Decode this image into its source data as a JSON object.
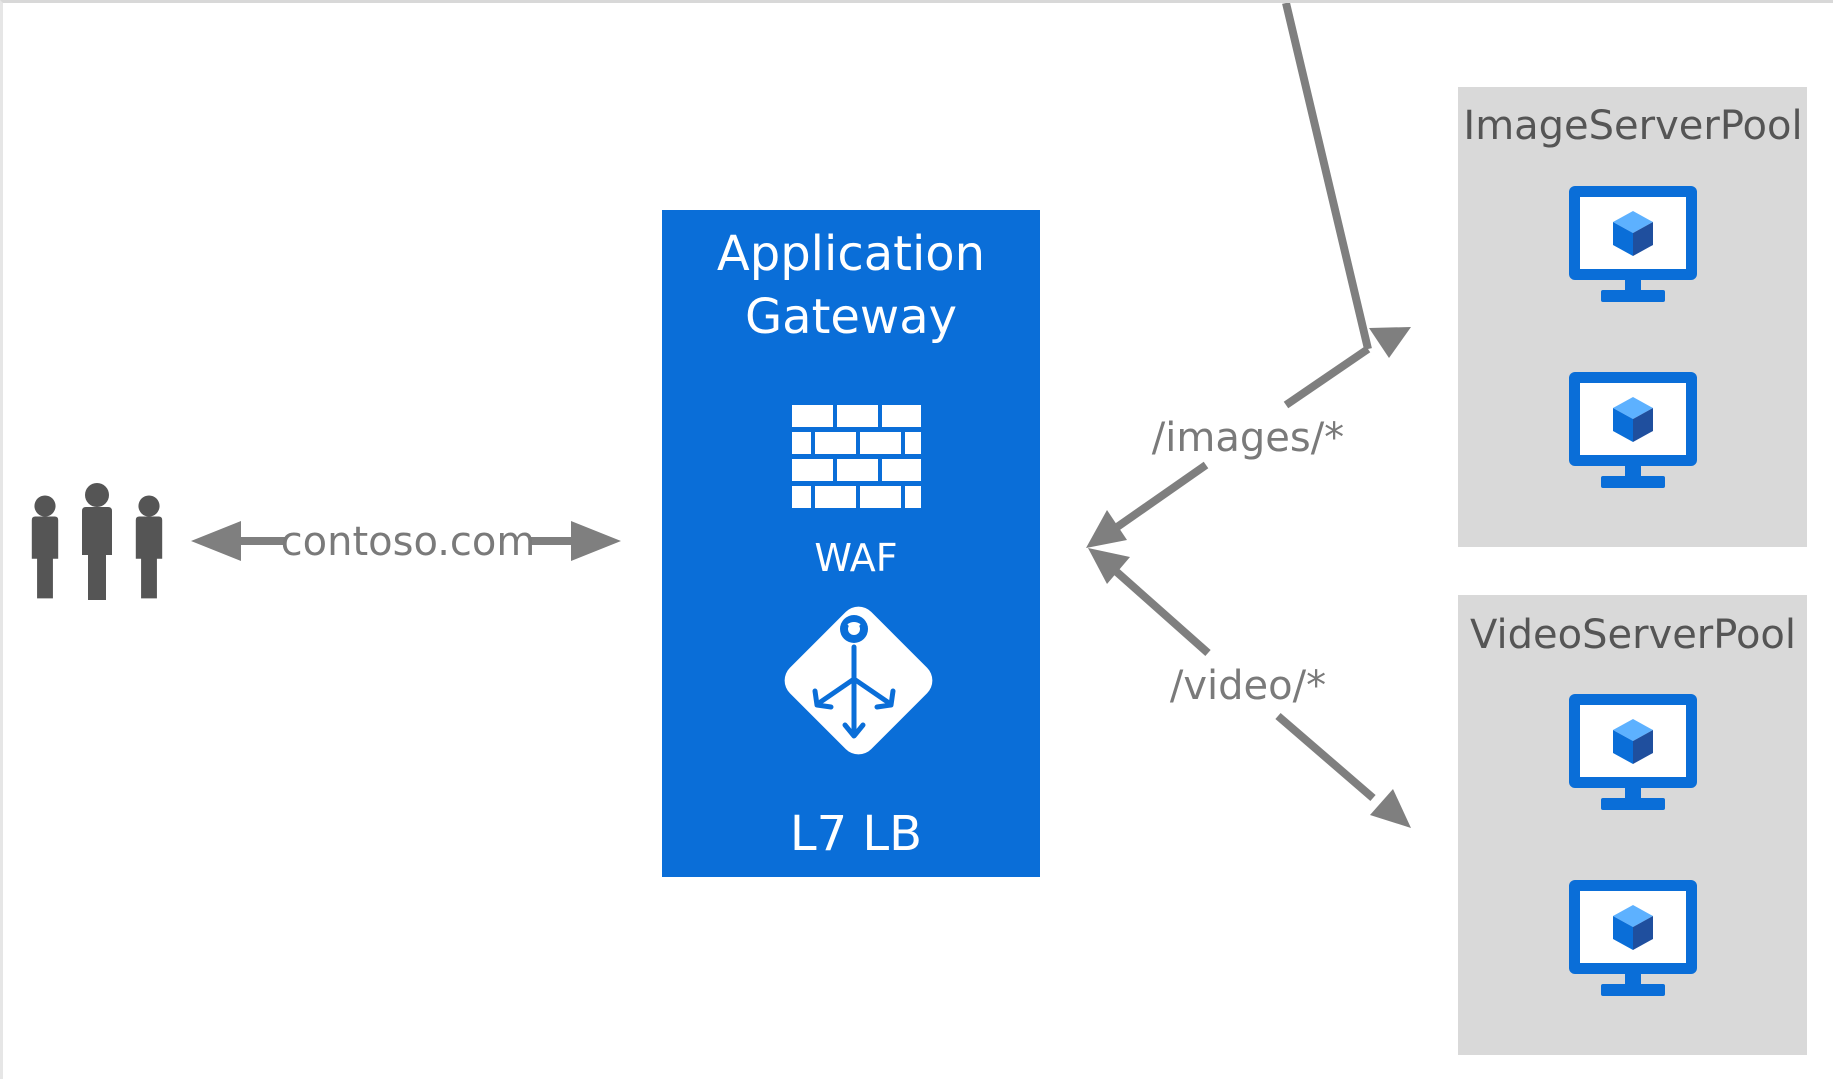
{
  "users": {
    "icon": "users-icon"
  },
  "client_link": {
    "label": "contoso.com"
  },
  "gateway": {
    "title_line1": "Application",
    "title_line2": "Gateway",
    "waf_label": "WAF",
    "lb_label": "L7 LB",
    "fill": "#0a6ed8"
  },
  "routes": {
    "images_path": "/images/*",
    "video_path": "/video/*"
  },
  "pools": [
    {
      "label": "ImageServerPool",
      "vms": 2
    },
    {
      "label": "VideoServerPool",
      "vms": 2
    }
  ],
  "colors": {
    "accent": "#0a6ed8",
    "arrow": "#7f7f7f",
    "pool_bg": "#d9d9d9",
    "user": "#555555"
  }
}
